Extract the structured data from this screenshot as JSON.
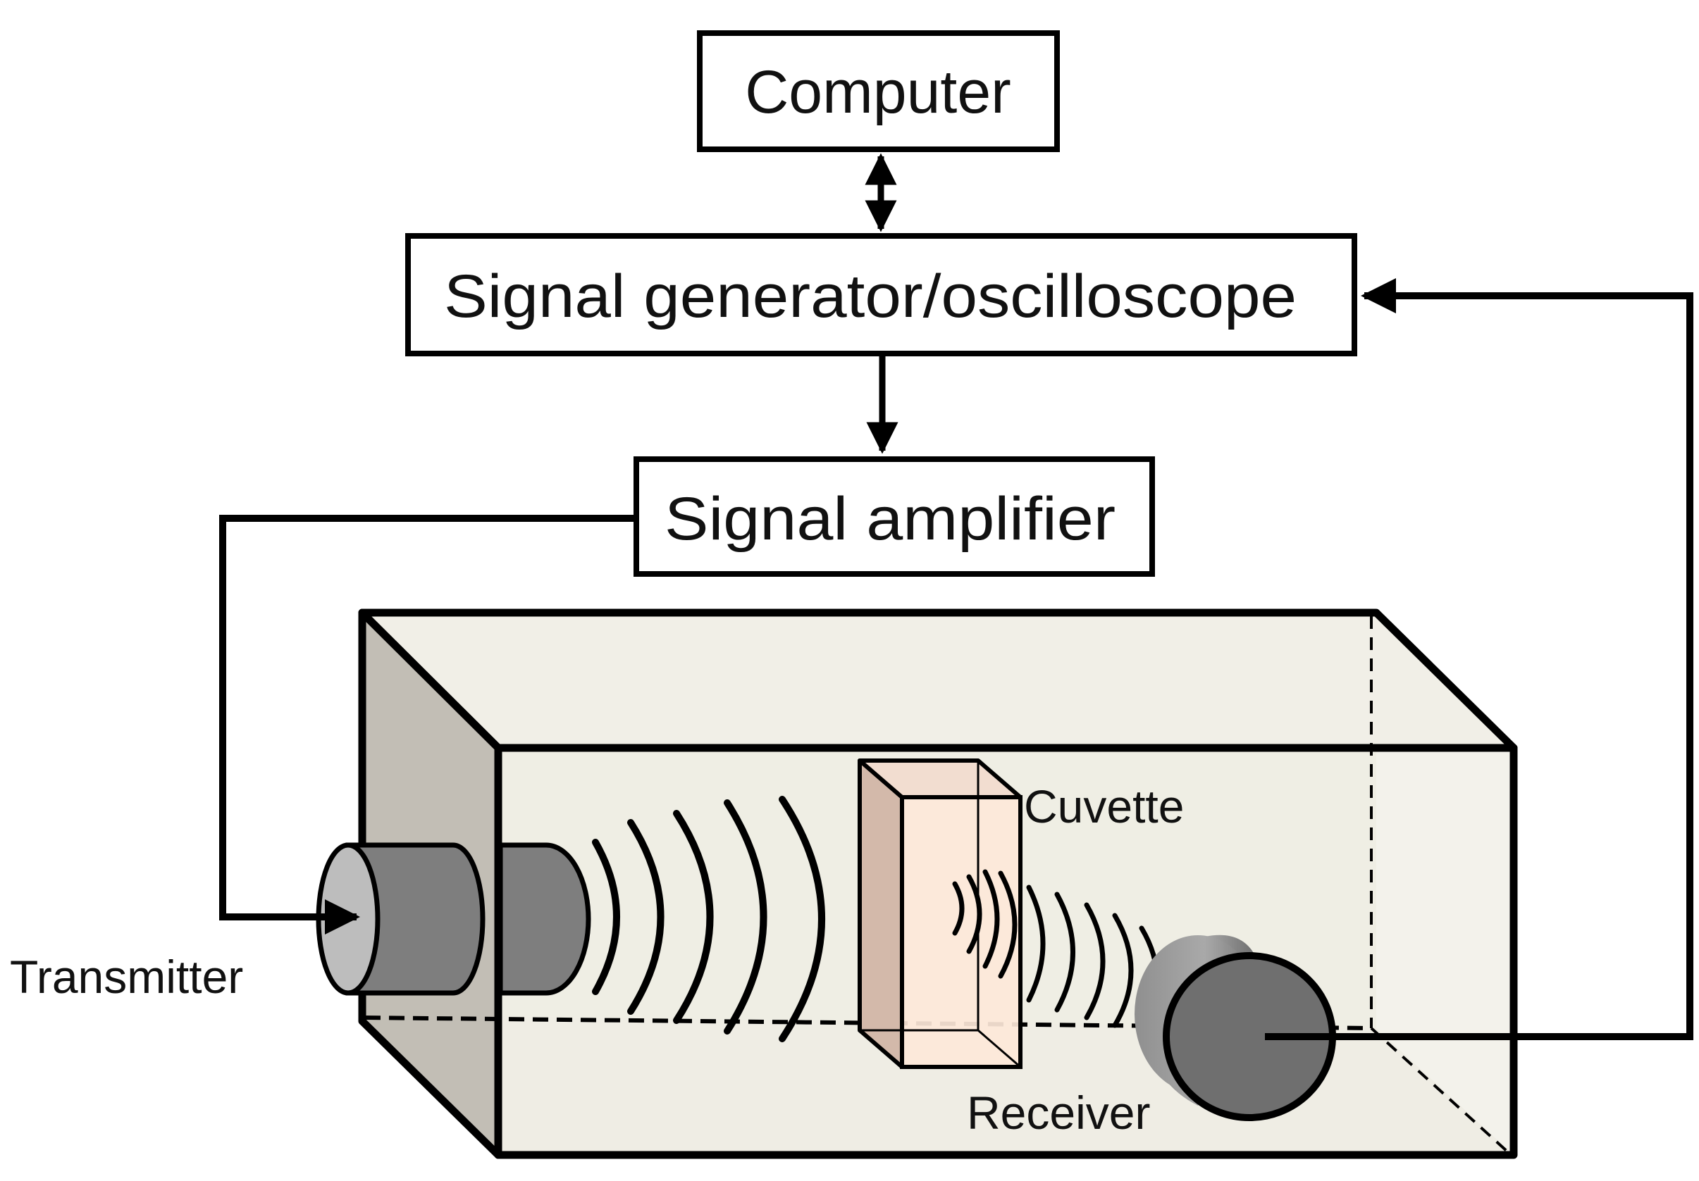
{
  "blocks": {
    "computer": "Computer",
    "signal_generator": "Signal generator/oscilloscope",
    "amplifier": "Signal amplifier"
  },
  "labels": {
    "cuvette": "Cuvette",
    "transmitter": "Transmitter",
    "receiver": "Receiver"
  },
  "colors": {
    "tank_fill": "#efede4",
    "tank_side": "#c2beb5",
    "cuvette_front": "#fde8d9",
    "cuvette_side": "#d3b9aa",
    "transducer": "#7e7e7e",
    "transducer_face": "#bdbdbd",
    "stroke": "#000000"
  }
}
